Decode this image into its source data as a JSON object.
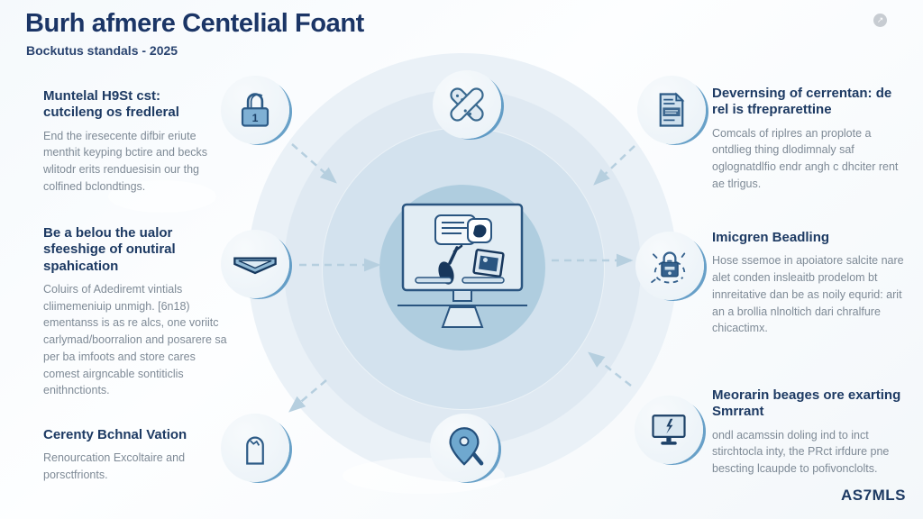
{
  "header": {
    "title": "Burh afmere Centelial Foant",
    "subtitle": "Bockutus standals - 2025"
  },
  "mini_button": {
    "glyph": "↗"
  },
  "sections": {
    "top_left": {
      "heading": "Muntelal H9St cst: cutcileng os fredleral",
      "body": "End the iresecente difbir eriute menthit keyping bctire and becks wlitodr erits renduesisin our thg colfined bclondtings."
    },
    "middle_left": {
      "heading": "Be a belou the ualor sfeeshige of onutiral spahication",
      "body": "Coluirs of Adediremt vintials cliimemeniuip unmigh. [6n18) ementanss is as re alcs, one voriitc carlymad/boorralion and posarere sa per ba imfoots and store cares comest airgncable sontiticlis enithnctionts."
    },
    "bottom_left": {
      "heading": "Cerenty Bchnal Vation",
      "body": "Renourcation Excoltaire and porsctfrionts."
    },
    "top_right": {
      "heading": "Devernsing of cerrentan: de rel is tfreprarettine",
      "body": "Comcals of riplres an proplote a ontdlieg thing dlodimnaly saf oglognatdlfio endr angh c dhciter rent ae tlrigus."
    },
    "middle_right": {
      "heading": "Imicgren Beadling",
      "body": "Hose ssemoe in apoiatore salcite nare alet conden insleaitb prodelom bt innreitative dan be as noily equrid: arit an a brollia nlnoltich dari chralfure chicactimx."
    },
    "bottom_right": {
      "heading": "Meorarin beages ore exarting Smrrant",
      "body": "ondl acamssin doling ind to inct stirchtocla inty, the PRct irfdure pne bescting lcaupde to pofivonclolts."
    }
  },
  "icons": {
    "top_left": "padlock-number-1",
    "top_center": "crossed-bandages",
    "top_right": "document-file",
    "middle_left": "tray-envelope",
    "middle_right": "lock-sync",
    "bottom_left": "rounded-paper",
    "bottom_center": "location-pin",
    "bottom_right": "monitor-lightning",
    "center": "desktop-monitor-scene",
    "lock_badge": "1"
  },
  "footer": {
    "logo": "AS7MLS"
  },
  "colors": {
    "accent_navy": "#1d3a63",
    "icon_stroke": "#2c5a86",
    "rim_blue": "#4389ba",
    "disc_blue": "#afcddf",
    "ring_blue": "#d3e2ee",
    "body_text": "#7e8a96",
    "connector": "#b6cfdf"
  }
}
